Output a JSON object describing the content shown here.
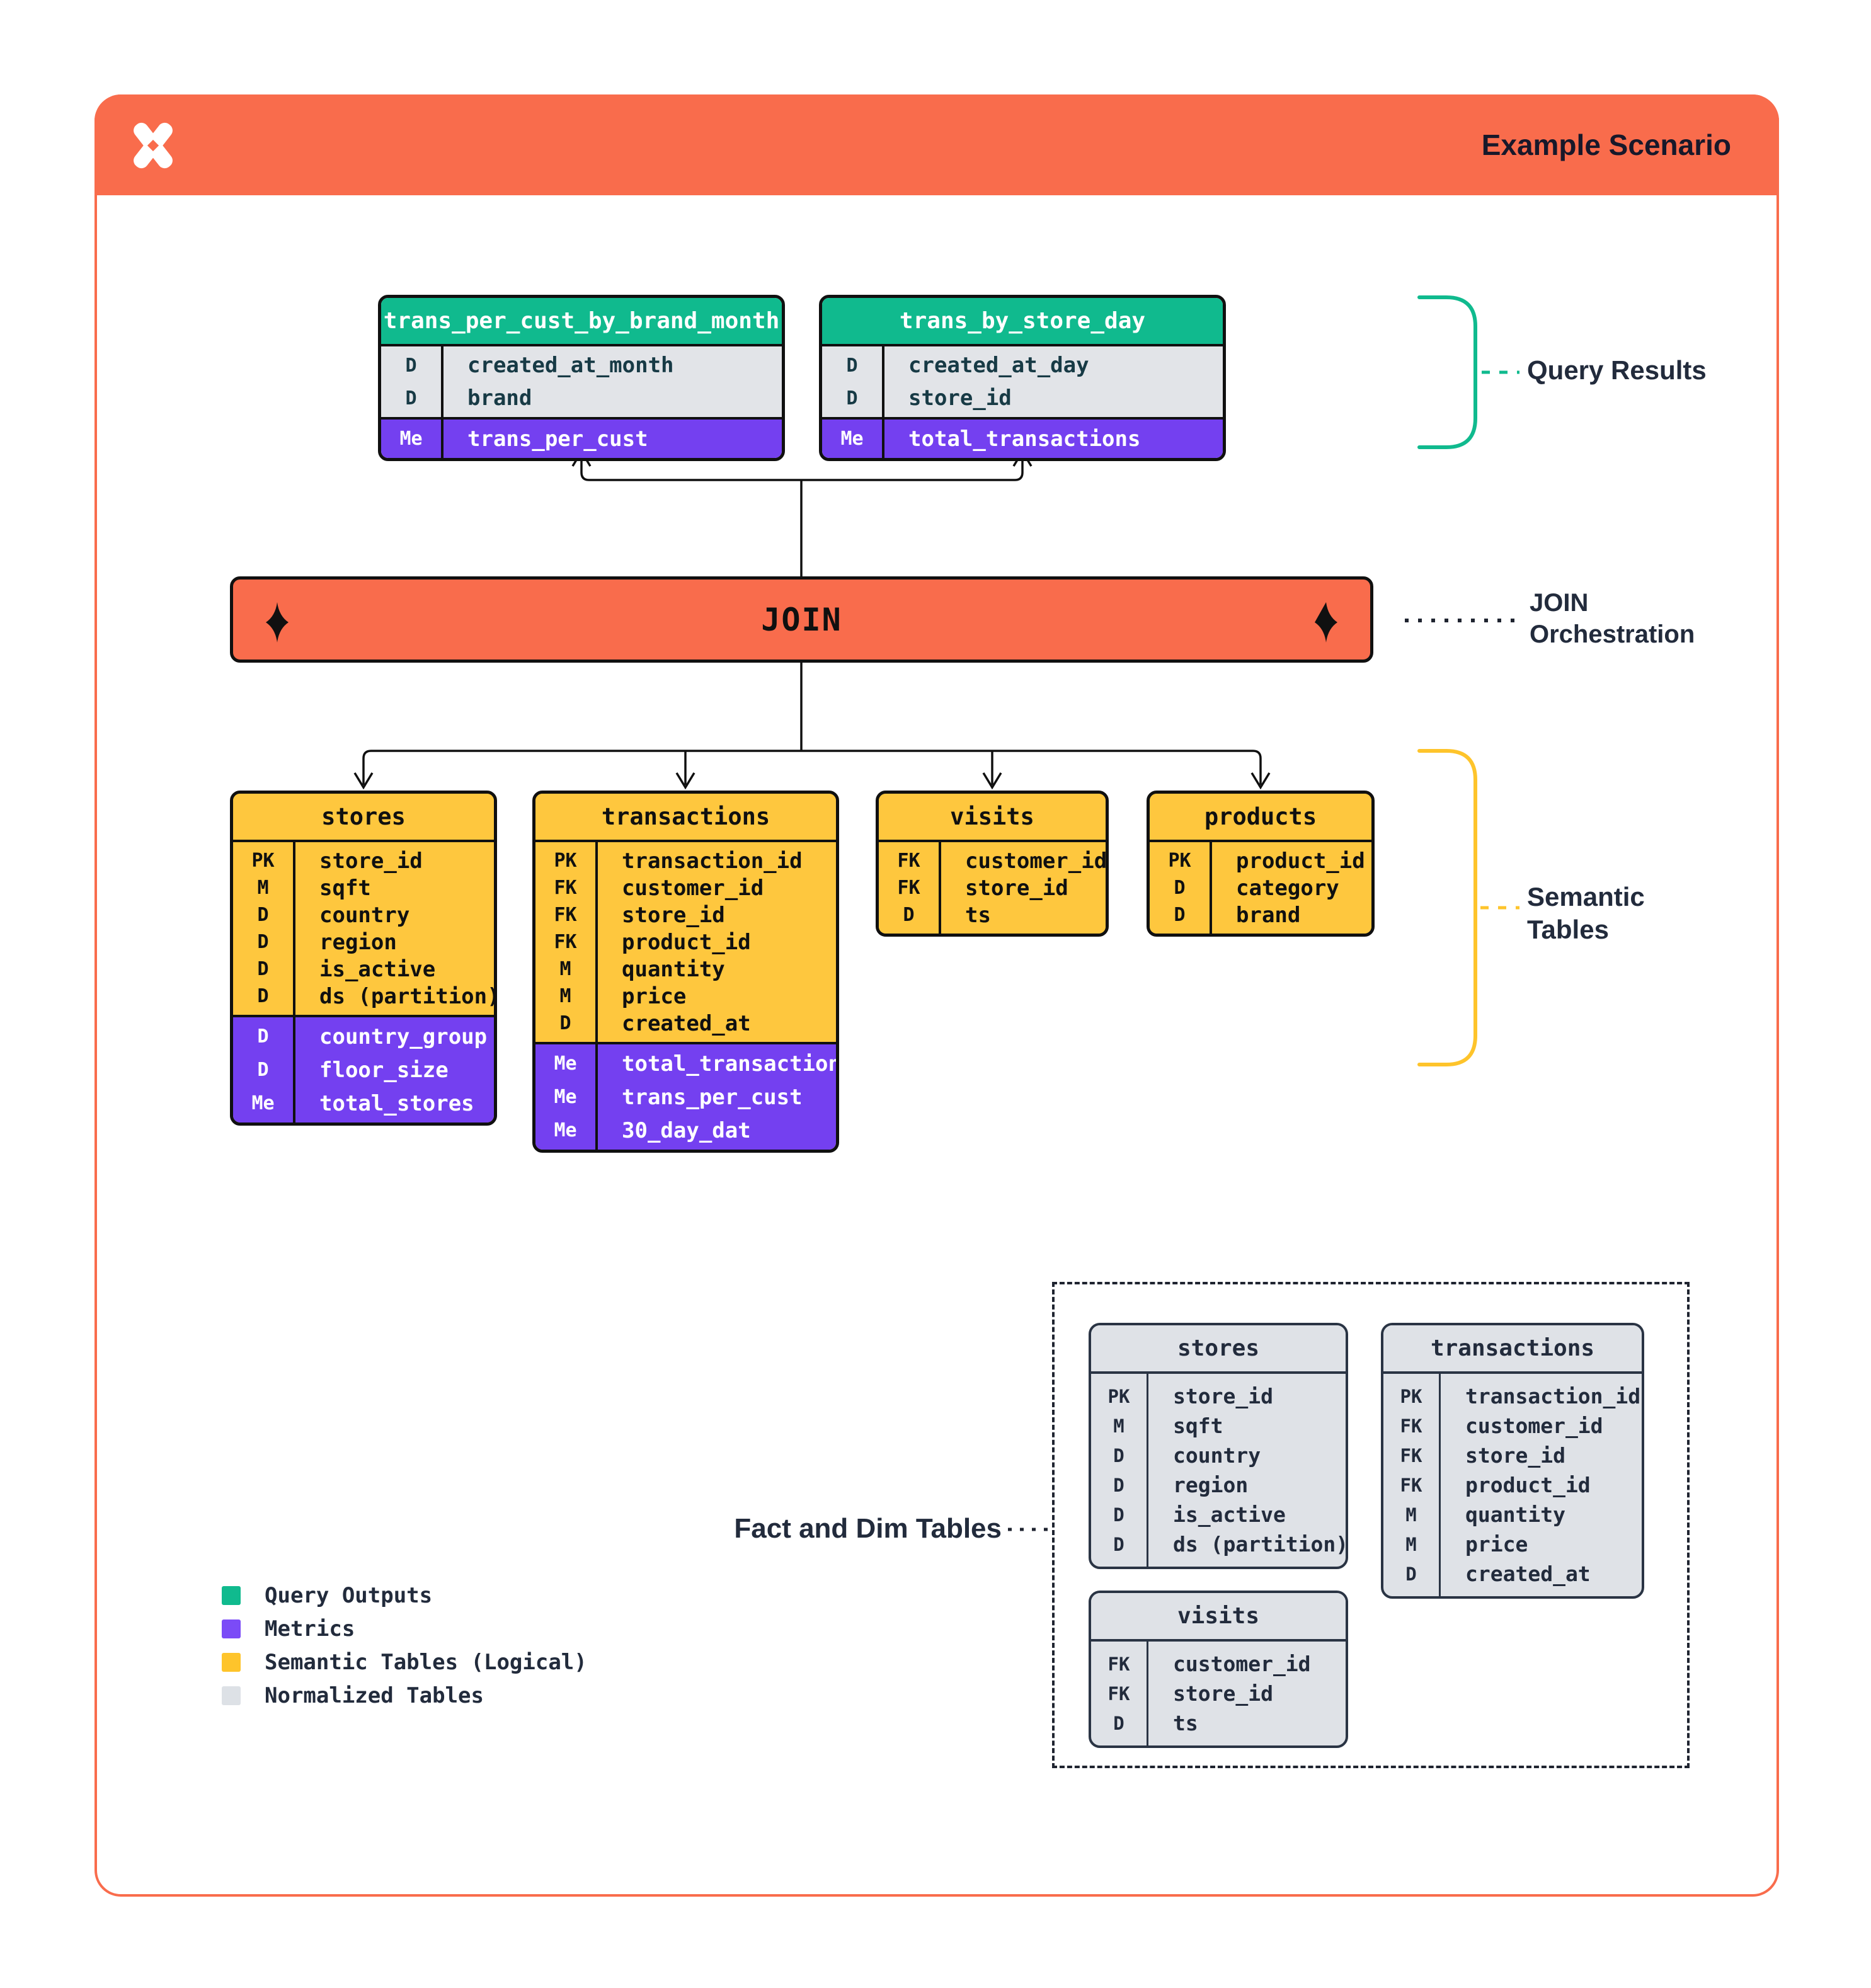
{
  "header": {
    "title": "Example Scenario",
    "logo": "x-pinwheel-logo"
  },
  "colors": {
    "orange": "#F96C4C",
    "green": "#10BA8E",
    "purple": "#7440F0",
    "yellow": "#FEC73E",
    "gray_table": "#DFE2E7",
    "gray_rows": "#E2E4E8",
    "ink": "#101010",
    "navy": "#222B3C",
    "teal_text": "#173A45"
  },
  "join": {
    "label": "JOIN"
  },
  "annotations": {
    "query_results": "Query Results",
    "join_orchestration": [
      "JOIN",
      "Orchestration"
    ],
    "semantic_tables": [
      "Semantic",
      "Tables"
    ],
    "fact_dim": "Fact and Dim Tables"
  },
  "query_result_tables": [
    {
      "title": "trans_per_cust_by_brand_month",
      "fields": [
        {
          "key": "D",
          "name": "created_at_month"
        },
        {
          "key": "D",
          "name": "brand"
        }
      ],
      "metrics": [
        {
          "key": "Me",
          "name": "trans_per_cust"
        }
      ]
    },
    {
      "title": "trans_by_store_day",
      "fields": [
        {
          "key": "D",
          "name": "created_at_day"
        },
        {
          "key": "D",
          "name": "store_id"
        }
      ],
      "metrics": [
        {
          "key": "Me",
          "name": "total_transactions"
        }
      ]
    }
  ],
  "semantic_tables": [
    {
      "title": "stores",
      "fields": [
        {
          "key": "PK",
          "name": "store_id"
        },
        {
          "key": "M",
          "name": "sqft"
        },
        {
          "key": "D",
          "name": "country"
        },
        {
          "key": "D",
          "name": "region"
        },
        {
          "key": "D",
          "name": "is_active"
        },
        {
          "key": "D",
          "name": "ds (partition)"
        }
      ],
      "metrics": [
        {
          "key": "D",
          "name": "country_group"
        },
        {
          "key": "D",
          "name": "floor_size"
        },
        {
          "key": "Me",
          "name": "total_stores"
        }
      ]
    },
    {
      "title": "transactions",
      "fields": [
        {
          "key": "PK",
          "name": "transaction_id"
        },
        {
          "key": "FK",
          "name": "customer_id"
        },
        {
          "key": "FK",
          "name": "store_id"
        },
        {
          "key": "FK",
          "name": "product_id"
        },
        {
          "key": "M",
          "name": "quantity"
        },
        {
          "key": "M",
          "name": "price"
        },
        {
          "key": "D",
          "name": "created_at"
        }
      ],
      "metrics": [
        {
          "key": "Me",
          "name": "total_transactions"
        },
        {
          "key": "Me",
          "name": "trans_per_cust"
        },
        {
          "key": "Me",
          "name": "30_day_dat"
        }
      ]
    },
    {
      "title": "visits",
      "fields": [
        {
          "key": "FK",
          "name": "customer_id"
        },
        {
          "key": "FK",
          "name": "store_id"
        },
        {
          "key": "D",
          "name": "ts"
        }
      ],
      "metrics": []
    },
    {
      "title": "products",
      "fields": [
        {
          "key": "PK",
          "name": "product_id"
        },
        {
          "key": "D",
          "name": "category"
        },
        {
          "key": "D",
          "name": "brand"
        }
      ],
      "metrics": []
    }
  ],
  "normalized_tables": [
    {
      "title": "stores",
      "fields": [
        {
          "key": "PK",
          "name": "store_id"
        },
        {
          "key": "M",
          "name": "sqft"
        },
        {
          "key": "D",
          "name": "country"
        },
        {
          "key": "D",
          "name": "region"
        },
        {
          "key": "D",
          "name": "is_active"
        },
        {
          "key": "D",
          "name": "ds (partition)"
        }
      ],
      "metrics": []
    },
    {
      "title": "transactions",
      "fields": [
        {
          "key": "PK",
          "name": "transaction_id"
        },
        {
          "key": "FK",
          "name": "customer_id"
        },
        {
          "key": "FK",
          "name": "store_id"
        },
        {
          "key": "FK",
          "name": "product_id"
        },
        {
          "key": "M",
          "name": "quantity"
        },
        {
          "key": "M",
          "name": "price"
        },
        {
          "key": "D",
          "name": "created_at"
        }
      ],
      "metrics": []
    },
    {
      "title": "visits",
      "fields": [
        {
          "key": "FK",
          "name": "customer_id"
        },
        {
          "key": "FK",
          "name": "store_id"
        },
        {
          "key": "D",
          "name": "ts"
        }
      ],
      "metrics": []
    }
  ],
  "legend": [
    {
      "color": "#10BA8E",
      "label": "Query Outputs"
    },
    {
      "color": "#7B4BF7",
      "label": "Metrics"
    },
    {
      "color": "#FEC42B",
      "label": "Semantic Tables (Logical)"
    },
    {
      "color": "#DDE1E6",
      "label": "Normalized Tables"
    }
  ]
}
